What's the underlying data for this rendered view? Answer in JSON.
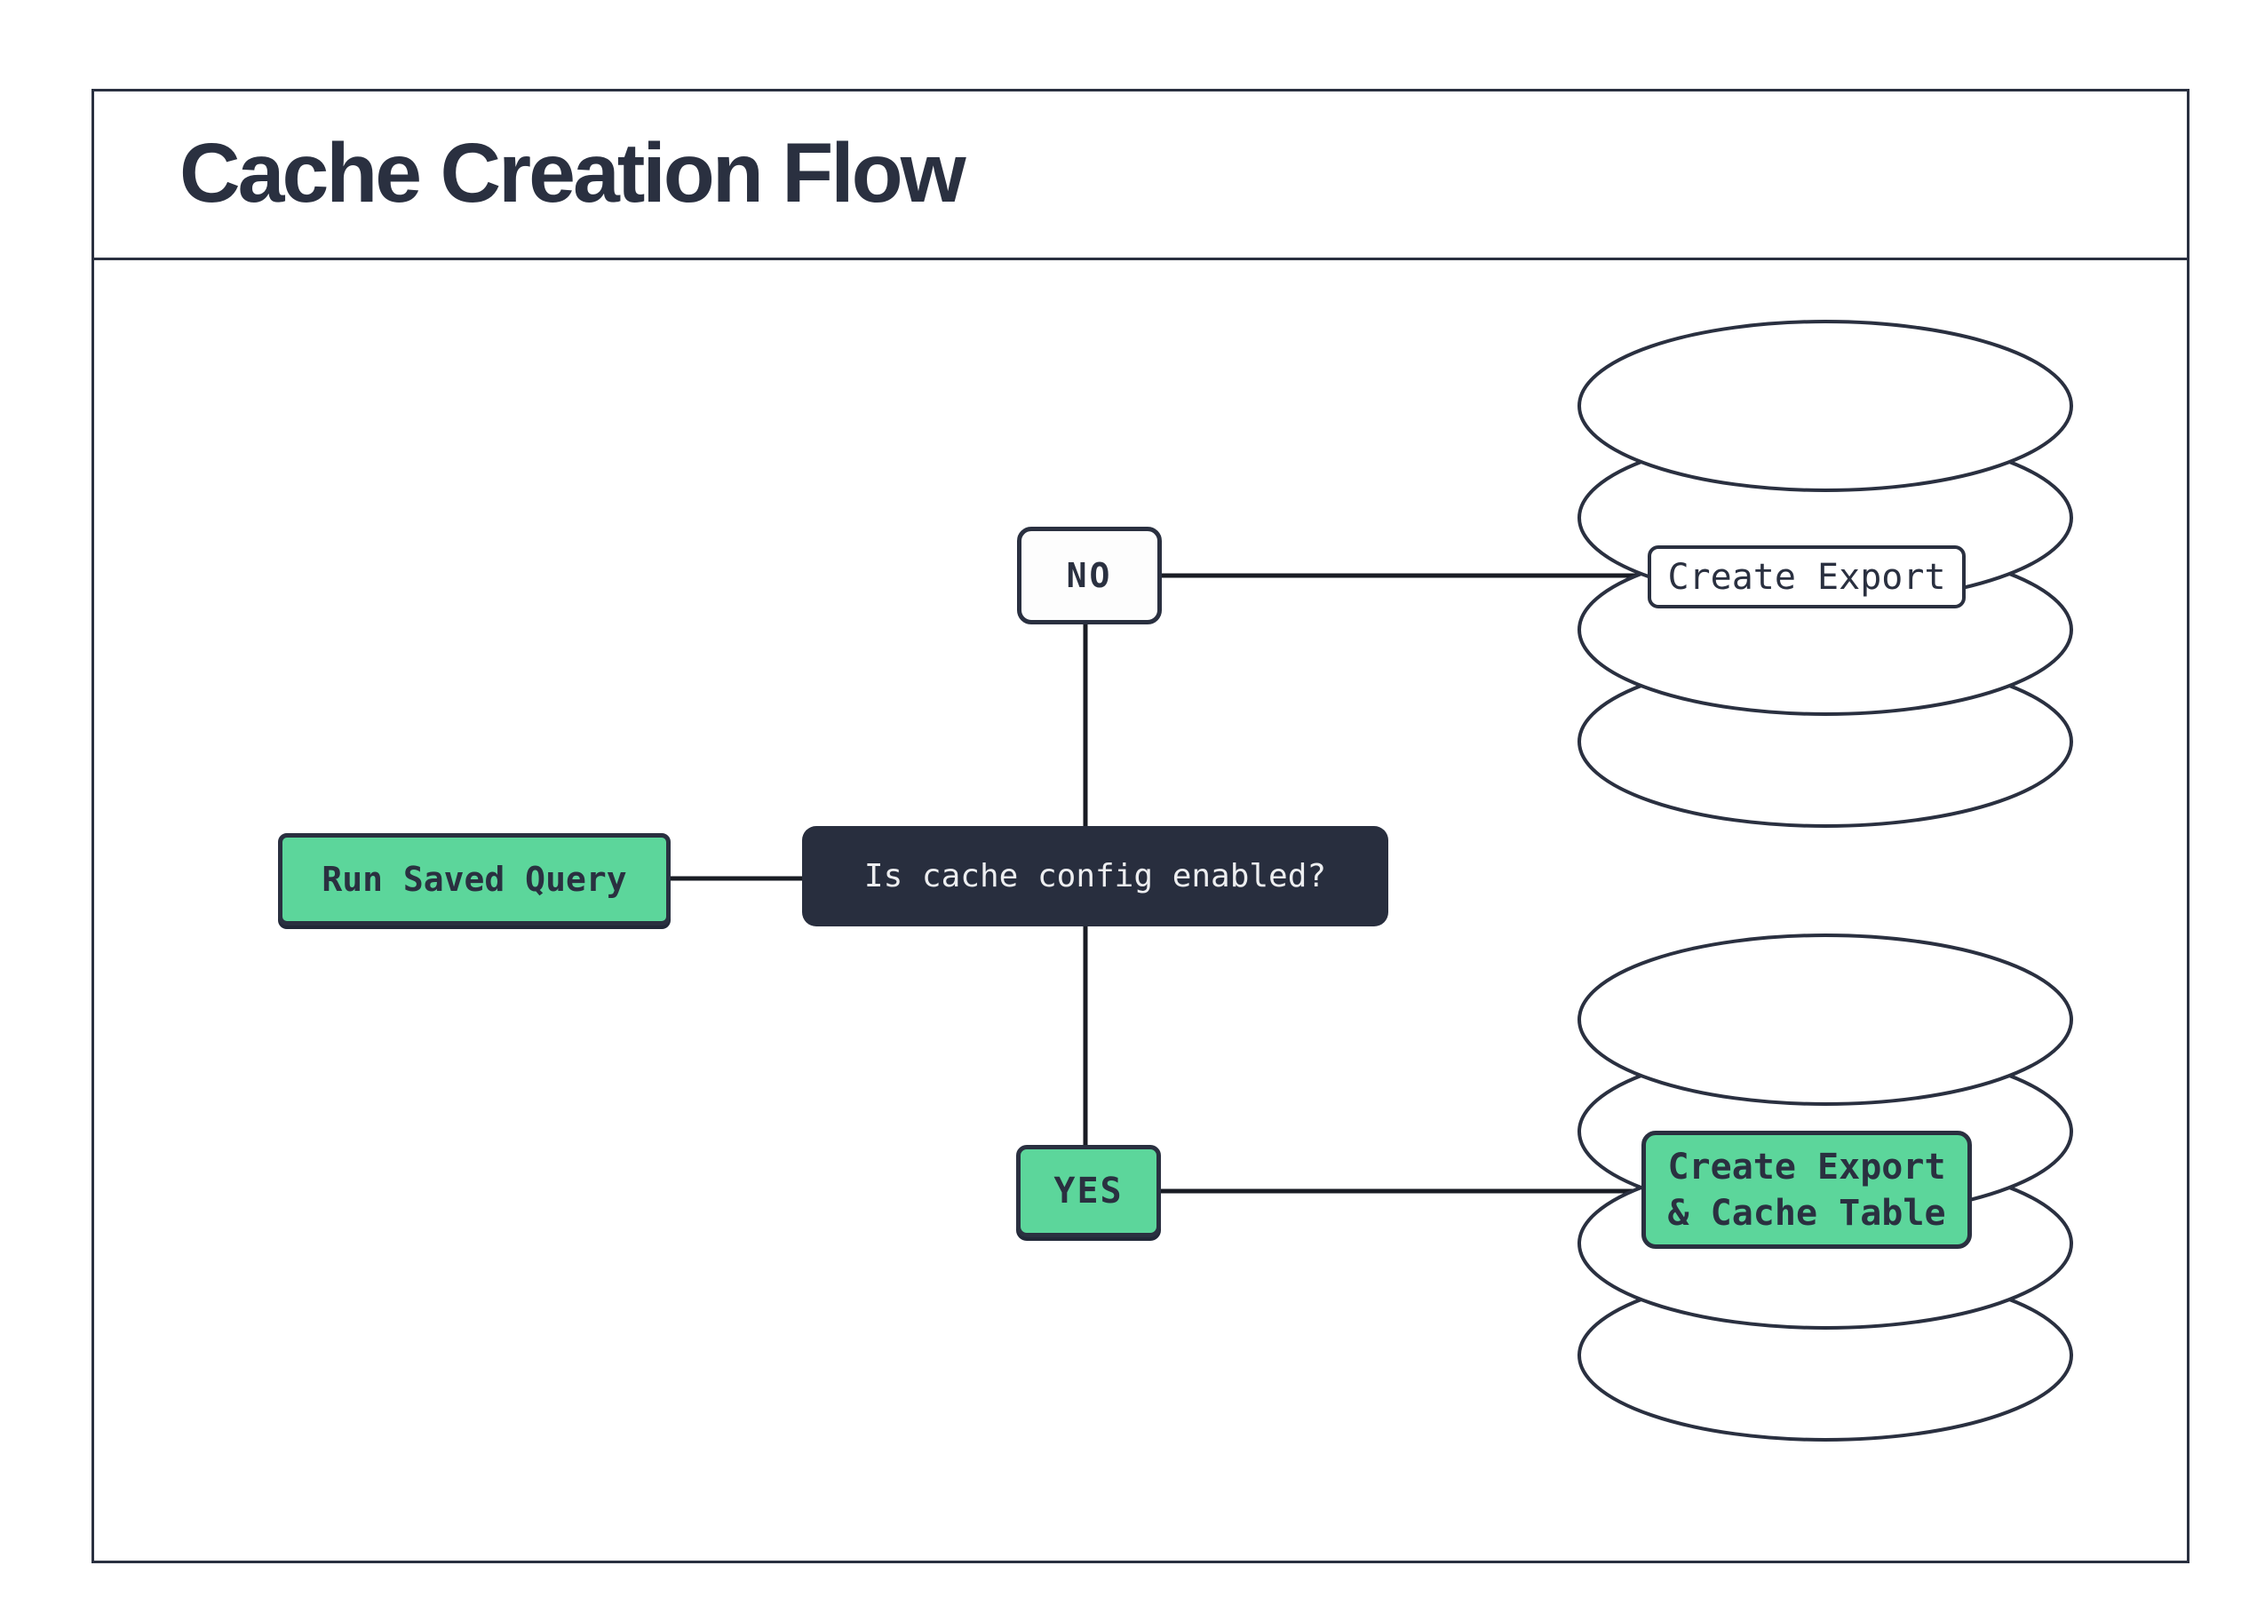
{
  "title": "Cache Creation Flow",
  "nodes": {
    "start": {
      "label": "Run Saved Query"
    },
    "decision": {
      "label": "Is cache config enabled?"
    },
    "no_branch": {
      "label": "NO",
      "outcome": "Create Export"
    },
    "yes_branch": {
      "label": "YES",
      "outcome_line1": "Create Export",
      "outcome_line2": "& Cache Table"
    }
  },
  "icons": {
    "no_target": "database-icon",
    "yes_target": "database-icon"
  },
  "colors": {
    "navy": "#2A3040",
    "green": "#5CD69B",
    "decision_bg": "#282E3E",
    "connector": "#191C24",
    "light_text": "#EDEEF0",
    "node_bg": "#FFFFFF"
  }
}
